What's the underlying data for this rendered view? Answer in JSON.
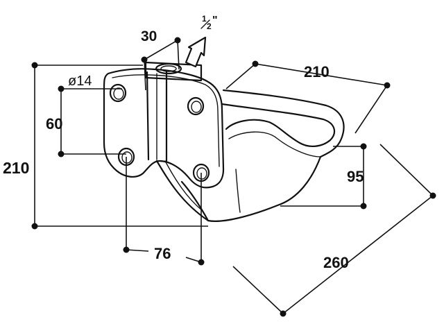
{
  "figure": {
    "type": "technical drawing",
    "subject": "water bowl",
    "ink_color": "#111111",
    "background_color": "#ffffff"
  },
  "dimensions": {
    "inlet_size": "1/2\"",
    "inlet_fraction_top": "1",
    "inlet_fraction_bottom": "2",
    "inlet_inch_mark": "\"",
    "bracket_width": "30",
    "hole_diameter": "ø14",
    "hole_vertical_spacing": "60",
    "overall_height": "210",
    "bowl_width": "210",
    "bowl_depth": "95",
    "hole_horizontal_spacing": "76",
    "overall_length": "260"
  }
}
